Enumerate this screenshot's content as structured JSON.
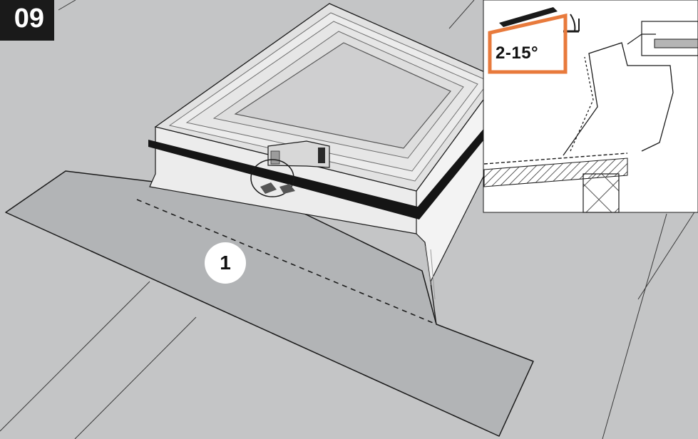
{
  "step": {
    "number": "09"
  },
  "callouts": [
    {
      "label": "1"
    }
  ],
  "detail_inset": {
    "slope_label": "2-15°"
  },
  "colors": {
    "roof": "#c4c5c6",
    "membrane_strip": "#b2b4b6",
    "curb_black": "#151515",
    "highlight_orange": "#e87a3c",
    "badge_bg": "#1a1a1a"
  }
}
